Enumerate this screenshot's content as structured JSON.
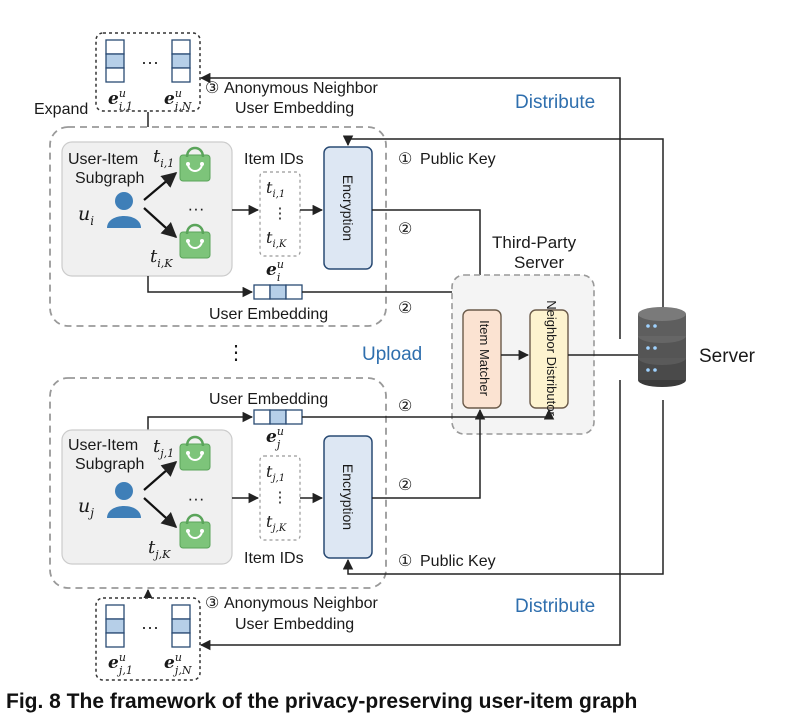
{
  "top": {
    "expand": "Expand",
    "anon_line1": "Anonymous Neighbor",
    "anon_line2": "User Embedding",
    "anon_step": "③",
    "distribute": "Distribute",
    "emb_first": "e",
    "emb_first_sup": "u",
    "emb_first_sub": "i,1",
    "emb_last": "e",
    "emb_last_sup": "u",
    "emb_last_sub": "i,N",
    "dots": "···"
  },
  "client_i": {
    "subgraph_line1": "User-Item",
    "subgraph_line2": "Subgraph",
    "user": "u",
    "user_sub": "i",
    "item_top": "t",
    "item_top_sub": "i,1",
    "item_bottom": "t",
    "item_bottom_sub": "i,K",
    "dots": "···",
    "item_ids": "Item IDs",
    "id_top": "t",
    "id_top_sub": "i,1",
    "id_vdots": "⋮",
    "id_bottom": "t",
    "id_bottom_sub": "i,K",
    "encryption": "Encryption",
    "public_key": "Public Key",
    "public_key_step": "①",
    "enc_step": "②",
    "emb_step": "②",
    "emb": "e",
    "emb_sup": "u",
    "emb_sub": "i",
    "user_embedding": "User Embedding"
  },
  "middle": {
    "vdots": "⋮",
    "upload": "Upload",
    "third_party_line1": "Third-Party",
    "third_party_line2": "Server",
    "item_matcher": "Item Matcher",
    "neighbor_distributor": "Neighbor Distributor",
    "server": "Server"
  },
  "client_j": {
    "subgraph_line1": "User-Item",
    "subgraph_line2": "Subgraph",
    "user": "u",
    "user_sub": "j",
    "item_top": "t",
    "item_top_sub": "j,1",
    "item_bottom": "t",
    "item_bottom_sub": "j,K",
    "dots": "···",
    "item_ids": "Item IDs",
    "id_top": "t",
    "id_top_sub": "j,1",
    "id_vdots": "⋮",
    "id_bottom": "t",
    "id_bottom_sub": "j,K",
    "encryption": "Encryption",
    "public_key": "Public Key",
    "public_key_step": "①",
    "enc_step": "②",
    "emb_step": "②",
    "emb": "e",
    "emb_sup": "u",
    "emb_sub": "j",
    "user_embedding": "User Embedding"
  },
  "bottom": {
    "anon_line1": "Anonymous Neighbor",
    "anon_line2": "User Embedding",
    "anon_step": "③",
    "distribute": "Distribute",
    "emb_first": "e",
    "emb_first_sup": "u",
    "emb_first_sub": "j,1",
    "emb_last": "e",
    "emb_last_sup": "u",
    "emb_last_sub": "j,N",
    "dots": "···"
  },
  "caption": "Fig. 8 The framework of the privacy-preserving user-item graph",
  "colors": {
    "accent_blue": "#2f6fae",
    "encryption_fill": "#dde7f3",
    "matcher_fill": "#fbe3d2",
    "distributor_fill": "#fdf3cf",
    "bag_green": "#7dc47a",
    "user_blue": "#3f7fb8",
    "embedding_cell": "#b6cfe8"
  }
}
